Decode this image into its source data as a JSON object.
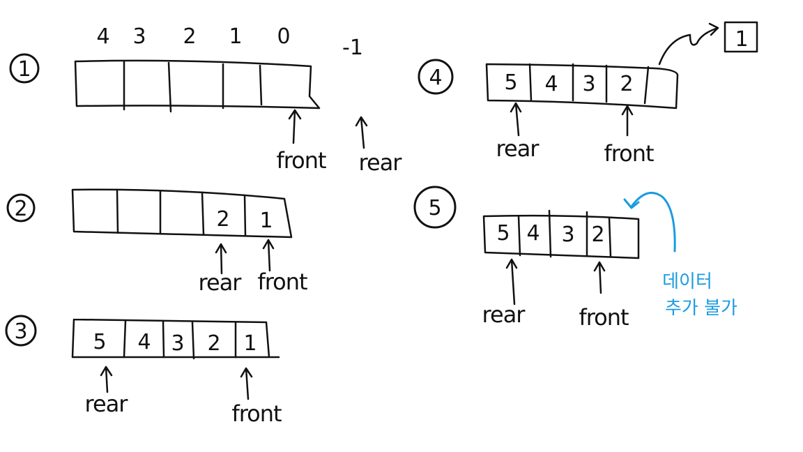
{
  "steps": [
    {
      "id": "1",
      "label": "1",
      "indices": [
        "4",
        "3",
        "2",
        "1",
        "0",
        "-1"
      ],
      "cells": [
        "",
        "",
        "",
        "",
        "",
        ""
      ],
      "pointers": [
        {
          "name": "front-pointer",
          "label": "front"
        },
        {
          "name": "rear-pointer",
          "label": "rear"
        }
      ]
    },
    {
      "id": "2",
      "label": "2",
      "cells": [
        "",
        "",
        "",
        "2",
        "1"
      ],
      "pointers": [
        {
          "name": "rear-pointer",
          "label": "rear"
        },
        {
          "name": "front-pointer",
          "label": "front"
        }
      ]
    },
    {
      "id": "3",
      "label": "3",
      "cells": [
        "5",
        "4",
        "3",
        "2",
        "1"
      ],
      "pointers": [
        {
          "name": "rear-pointer",
          "label": "rear"
        },
        {
          "name": "front-pointer",
          "label": "front"
        }
      ]
    },
    {
      "id": "4",
      "label": "4",
      "cells": [
        "5",
        "4",
        "3",
        "2",
        ""
      ],
      "removed": "1",
      "pointers": [
        {
          "name": "rear-pointer",
          "label": "rear"
        },
        {
          "name": "front-pointer",
          "label": "front"
        }
      ]
    },
    {
      "id": "5",
      "label": "5",
      "cells": [
        "5",
        "4",
        "3",
        "2",
        ""
      ],
      "note": [
        "데이터",
        "추가 불가"
      ],
      "pointers": [
        {
          "name": "rear-pointer",
          "label": "rear"
        },
        {
          "name": "front-pointer",
          "label": "front"
        }
      ]
    }
  ],
  "colors": {
    "ink": "#111111",
    "annotation": "#1a9be0"
  }
}
